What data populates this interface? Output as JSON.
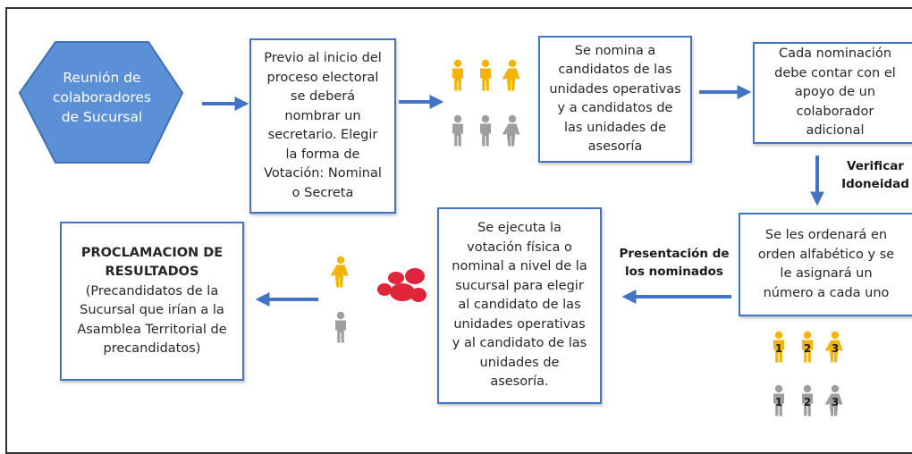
{
  "start": {
    "text": "Reunión de\ncolaboradores\nde Sucursal",
    "color": "#5b8fd6"
  },
  "steps": {
    "secretario": "Previo al inicio del\nproceso electoral\nse deberá\nnombrar un\nsecretario. Elegir\nla forma de\nVotación: Nominal\no Secreta",
    "nomina": "Se nomina a\ncandidatos de las\nunidades operativas\ny a candidatos de\nlas unidades de\nasesoría",
    "apoyo": "Cada nominación\ndebe contar con el\napoyo de un\ncolaborador\nadicional",
    "orden": "Se les ordenará en\norden alfabético y se\nle asignará un\nnúmero a cada uno",
    "votacion": "Se ejecuta la\nvotación física o\nnominal a nivel de la\nsucursal para elegir\nal candidato de las\nunidades operativas\ny al candidato de las\nunidades de\nasesoría.",
    "resultados_title": "PROCLAMACION DE\nRESULTADOS",
    "resultados_body": "(Precandidatos de la\nSucursal que irían a la\nAsamblea Territorial de\nprecandidatos)"
  },
  "connectors": {
    "verificar": "Verificar\nIdoneidad",
    "presentacion": "Presentación de\nlos nominados"
  },
  "numbers": [
    "1",
    "2",
    "3"
  ],
  "colors": {
    "border": "#4472c4",
    "arrow": "#4472c4",
    "gold": "#f4b400",
    "gray": "#9e9e9e",
    "red": "#e0243a"
  }
}
